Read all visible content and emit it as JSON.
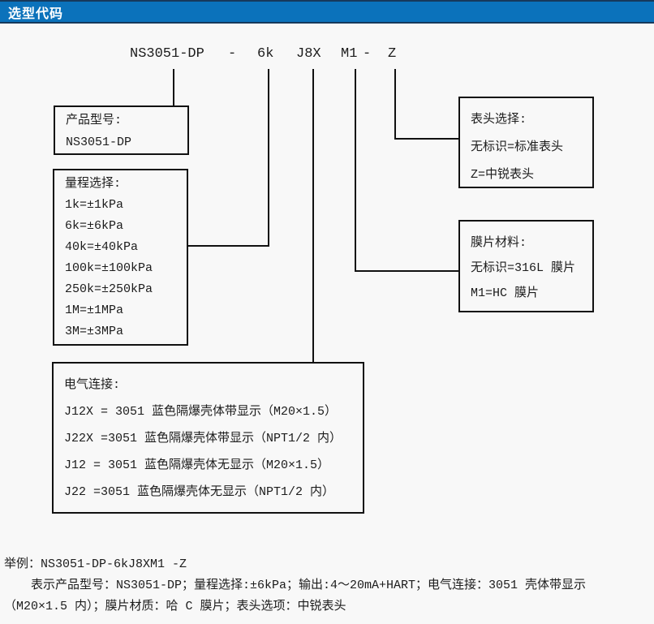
{
  "colors": {
    "background": "#f8f8f8",
    "header_bar": "#0b72bb",
    "header_border": "#16395c",
    "header_text": "#ffffff",
    "ink": "#1c1c1c",
    "line": "#111111"
  },
  "header": {
    "title": "选型代码"
  },
  "code": {
    "tokens": [
      "NS3051-DP",
      "-",
      "6k",
      "J8X",
      "M1",
      "-",
      "Z"
    ]
  },
  "boxes": {
    "product": {
      "title": "产品型号:",
      "lines": [
        "NS3051-DP"
      ]
    },
    "range": {
      "title": "量程选择:",
      "lines": [
        "1k=±1kPa",
        "6k=±6kPa",
        "40k=±40kPa",
        "100k=±100kPa",
        "250k=±250kPa",
        "1M=±1MPa",
        "3M=±3MPa"
      ]
    },
    "electrical": {
      "title": "电气连接:",
      "lines": [
        "J12X = 3051 蓝色隔爆壳体带显示（M20×1.5）",
        "J22X =3051 蓝色隔爆壳体带显示（NPT1/2 内）",
        "J12 = 3051 蓝色隔爆壳体无显示（M20×1.5）",
        "J22 =3051 蓝色隔爆壳体无显示（NPT1/2 内）"
      ]
    },
    "display": {
      "title": "表头选择:",
      "lines": [
        "无标识=标准表头",
        "Z=中锐表头"
      ]
    },
    "diaphragm": {
      "title": "膜片材料:",
      "lines": [
        "无标识=316L 膜片",
        "M1=HC 膜片"
      ]
    }
  },
  "example": {
    "line1": "举例：NS3051-DP-6kJ8XM1 -Z",
    "line2": "表示产品型号：NS3051-DP；量程选择:±6kPa；输出:4～20mA+HART；电气连接：3051 壳体带显示",
    "line3": "（M20×1.5 内）；膜片材质：哈 C 膜片；表头选项：中锐表头"
  }
}
